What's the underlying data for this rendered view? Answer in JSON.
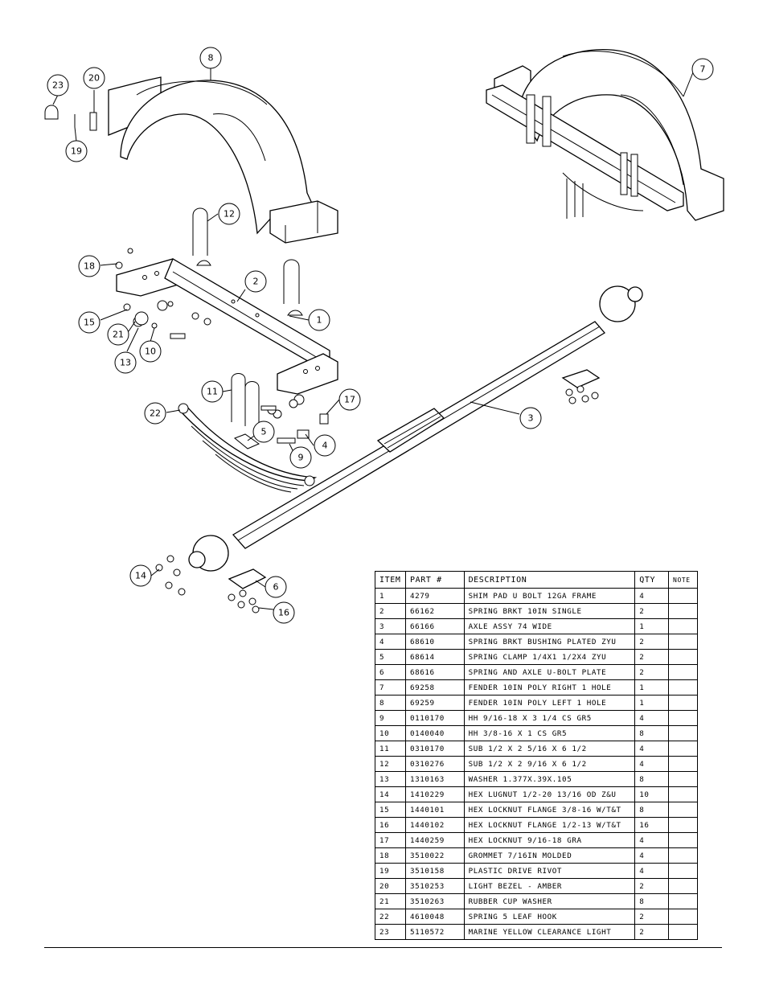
{
  "callouts": [
    "1",
    "2",
    "3",
    "4",
    "5",
    "6",
    "7",
    "8",
    "9",
    "10",
    "11",
    "12",
    "13",
    "14",
    "15",
    "16",
    "17",
    "18",
    "19",
    "20",
    "21",
    "22",
    "23"
  ],
  "bom": {
    "headers": {
      "item": "ITEM",
      "part": "PART #",
      "description": "DESCRIPTION",
      "qty": "QTY",
      "note": "NOTE"
    },
    "rows": [
      {
        "item": "1",
        "part": "4279",
        "description": "SHIM PAD  U BOLT 12GA FRAME",
        "qty": "4",
        "note": ""
      },
      {
        "item": "2",
        "part": "66162",
        "description": "SPRING BRKT  10IN SINGLE",
        "qty": "2",
        "note": ""
      },
      {
        "item": "3",
        "part": "66166",
        "description": "AXLE ASSY 74 WIDE",
        "qty": "1",
        "note": ""
      },
      {
        "item": "4",
        "part": "68610",
        "description": "SPRING BRKT BUSHING PLATED ZYU",
        "qty": "2",
        "note": ""
      },
      {
        "item": "5",
        "part": "68614",
        "description": "SPRING CLAMP  1/4X1 1/2X4  ZYU",
        "qty": "2",
        "note": ""
      },
      {
        "item": "6",
        "part": "68616",
        "description": "SPRING AND AXLE U-BOLT PLATE",
        "qty": "2",
        "note": ""
      },
      {
        "item": "7",
        "part": "69258",
        "description": "FENDER  10IN POLY RIGHT 1 HOLE",
        "qty": "1",
        "note": ""
      },
      {
        "item": "8",
        "part": "69259",
        "description": "FENDER  10IN POLY LEFT 1 HOLE",
        "qty": "1",
        "note": ""
      },
      {
        "item": "9",
        "part": "0110170",
        "description": "HH 9/16-18 X 3 1/4 CS GR5",
        "qty": "4",
        "note": ""
      },
      {
        "item": "10",
        "part": "0140040",
        "description": "HH 3/8-16 X 1 CS GR5",
        "qty": "8",
        "note": ""
      },
      {
        "item": "11",
        "part": "0310170",
        "description": "SUB 1/2 X 2 5/16 X 6 1/2",
        "qty": "4",
        "note": ""
      },
      {
        "item": "12",
        "part": "0310276",
        "description": "SUB 1/2 X 2 9/16 X 6 1/2",
        "qty": "4",
        "note": ""
      },
      {
        "item": "13",
        "part": "1310163",
        "description": "WASHER 1.377X.39X.105",
        "qty": "8",
        "note": ""
      },
      {
        "item": "14",
        "part": "1410229",
        "description": "HEX LUGNUT 1/2-20 13/16 OD Z&U",
        "qty": "10",
        "note": ""
      },
      {
        "item": "15",
        "part": "1440101",
        "description": "HEX LOCKNUT FLANGE 3/8-16 W/T&T",
        "qty": "8",
        "note": ""
      },
      {
        "item": "16",
        "part": "1440102",
        "description": "HEX LOCKNUT FLANGE 1/2-13 W/T&T",
        "qty": "16",
        "note": ""
      },
      {
        "item": "17",
        "part": "1440259",
        "description": "HEX LOCKNUT 9/16-18 GRA",
        "qty": "4",
        "note": ""
      },
      {
        "item": "18",
        "part": "3510022",
        "description": "GROMMET  7/16IN MOLDED",
        "qty": "4",
        "note": ""
      },
      {
        "item": "19",
        "part": "3510158",
        "description": "PLASTIC DRIVE RIVOT",
        "qty": "4",
        "note": ""
      },
      {
        "item": "20",
        "part": "3510253",
        "description": "LIGHT BEZEL - AMBER",
        "qty": "2",
        "note": ""
      },
      {
        "item": "21",
        "part": "3510263",
        "description": "RUBBER CUP WASHER",
        "qty": "8",
        "note": ""
      },
      {
        "item": "22",
        "part": "4610048",
        "description": "SPRING  5 LEAF HOOK",
        "qty": "2",
        "note": ""
      },
      {
        "item": "23",
        "part": "5110572",
        "description": "MARINE YELLOW CLEARANCE LIGHT",
        "qty": "2",
        "note": ""
      }
    ]
  }
}
